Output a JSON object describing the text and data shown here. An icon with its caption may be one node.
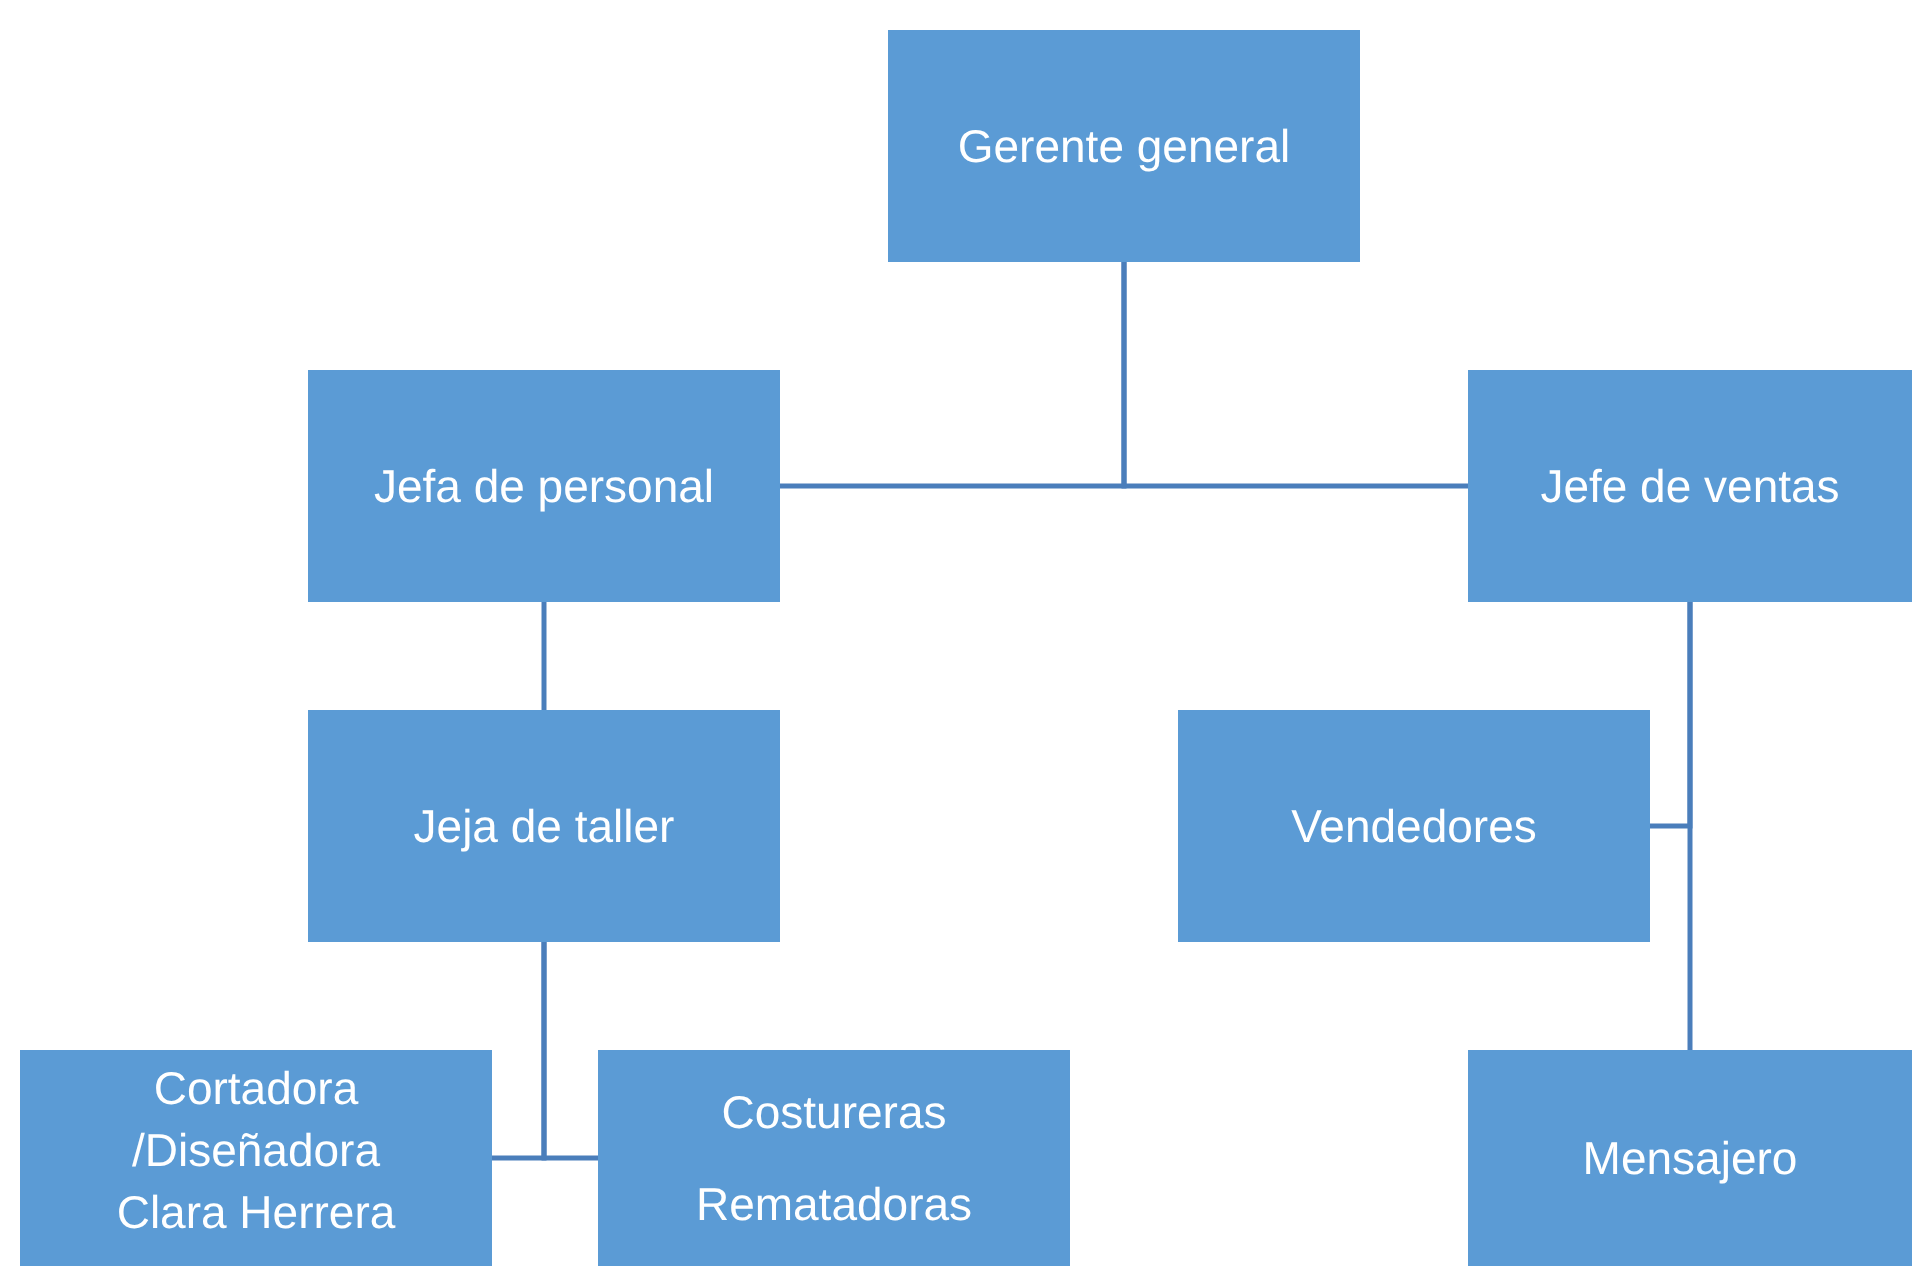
{
  "diagram": {
    "nodes": [
      {
        "text": [
          "Gerente general"
        ]
      },
      {
        "text": [
          "Jefa de personal"
        ]
      },
      {
        "text": [
          "Jefe de ventas"
        ]
      },
      {
        "text": [
          "Jeja de taller"
        ]
      },
      {
        "text": [
          "Vendedores"
        ]
      },
      {
        "text": [
          "Cortadora /Diseñadora",
          "Clara Herrera"
        ]
      },
      {
        "text": [
          "Costureras",
          "Rematadoras"
        ]
      },
      {
        "text": [
          "Mensajero"
        ]
      }
    ],
    "edges": [
      {
        "from": 0,
        "to": 1,
        "arrow": "none"
      },
      {
        "from": 0,
        "to": 2,
        "arrow": "none"
      },
      {
        "from": 1,
        "to": 3,
        "arrow": "none"
      },
      {
        "from": 3,
        "to": 5,
        "arrow": "none"
      },
      {
        "from": 3,
        "to": 6,
        "arrow": "none"
      },
      {
        "from": 2,
        "to": 4,
        "arrow": "none"
      },
      {
        "from": 2,
        "to": 7,
        "arrow": "none"
      }
    ]
  }
}
